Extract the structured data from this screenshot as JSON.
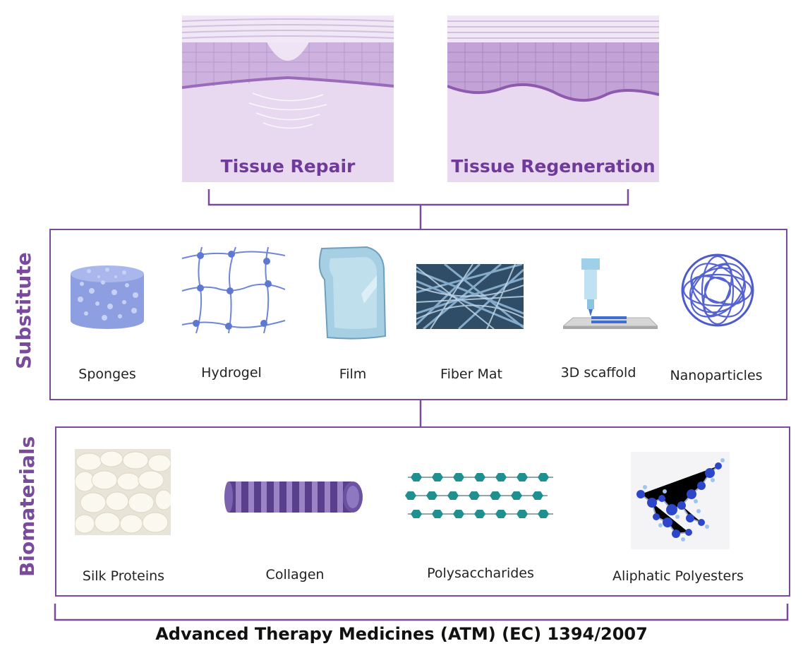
{
  "tissue": {
    "repair_label": "Tissue Repair",
    "regeneration_label": "Tissue Regeneration"
  },
  "substitute": {
    "heading": "Substitute",
    "items": [
      {
        "label": "Sponges",
        "icon": "sponge-icon"
      },
      {
        "label": "Hydrogel",
        "icon": "hydrogel-network-icon"
      },
      {
        "label": "Film",
        "icon": "film-icon"
      },
      {
        "label": "Fiber Mat",
        "icon": "fiber-mat-icon"
      },
      {
        "label": "3D scaffold",
        "icon": "3d-printer-icon"
      },
      {
        "label": "Nanoparticles",
        "icon": "nanoparticle-icon"
      }
    ]
  },
  "biomaterials": {
    "heading": "Biomaterials",
    "items": [
      {
        "label": "Silk Proteins",
        "icon": "silk-cocoon-icon"
      },
      {
        "label": "Collagen",
        "icon": "collagen-fiber-icon"
      },
      {
        "label": "Polysaccharides",
        "icon": "polysaccharide-chain-icon"
      },
      {
        "label": "Aliphatic Polyesters",
        "icon": "polyester-molecule-icon"
      }
    ]
  },
  "footer": {
    "text": "Advanced Therapy Medicines (ATM) (EC) 1394/2007"
  },
  "colors": {
    "accent": "#7a4a9c",
    "tissue_title": "#6f3a99",
    "tissue_bg": "#e6d6ee",
    "tissue_layer": "#b68fcc",
    "icon_blue": "#6f86d6",
    "teal": "#1f8f8f"
  }
}
